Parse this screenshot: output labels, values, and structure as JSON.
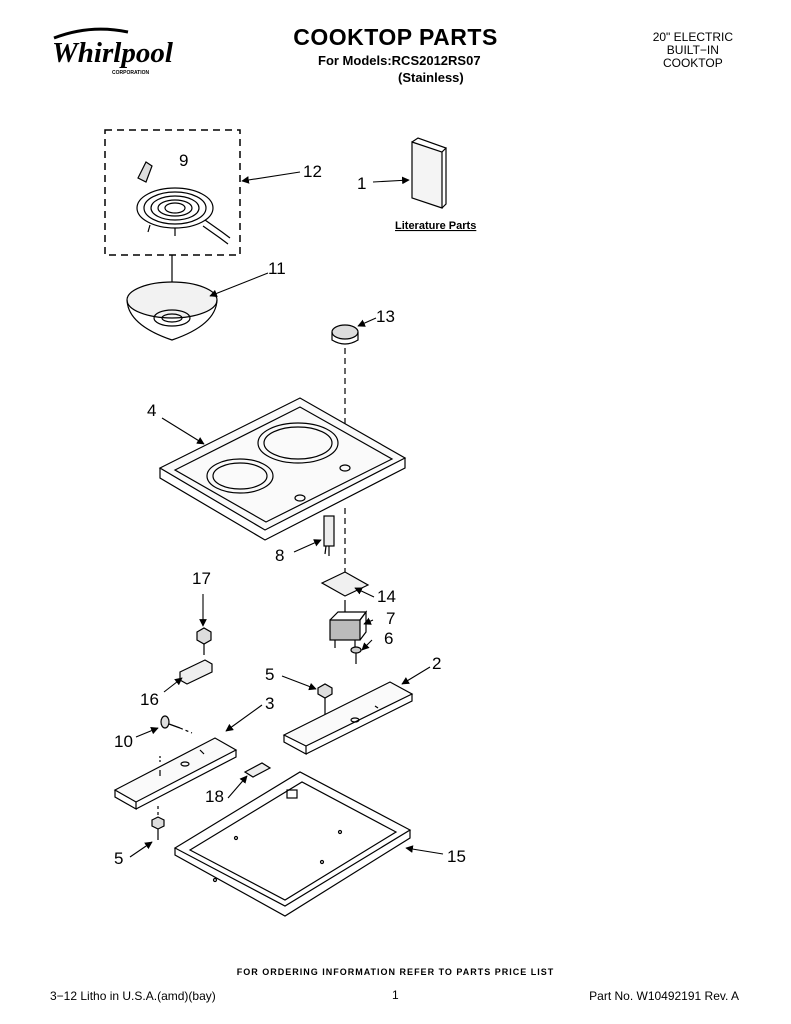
{
  "header": {
    "brand": "Whirlpool",
    "brand_sub": "CORPORATION",
    "title": "COOKTOP PARTS",
    "models_line": "For Models:RCS2012RS07",
    "finish": "(Stainless)",
    "product_type": [
      "20\" ELECTRIC",
      "BUILT−IN",
      "COOKTOP"
    ]
  },
  "diagram": {
    "literature_label": "Literature Parts",
    "callouts": [
      "1",
      "2",
      "3",
      "4",
      "5",
      "5",
      "6",
      "7",
      "8",
      "9",
      "10",
      "11",
      "12",
      "13",
      "14",
      "15",
      "16",
      "17",
      "18"
    ]
  },
  "footer": {
    "ordering_note": "FOR ORDERING INFORMATION REFER TO PARTS PRICE LIST",
    "litho": "3−12 Litho in U.S.A.(amd)(bay)",
    "page_number": "1",
    "part_number": "Part No. W10492191 Rev. A"
  }
}
